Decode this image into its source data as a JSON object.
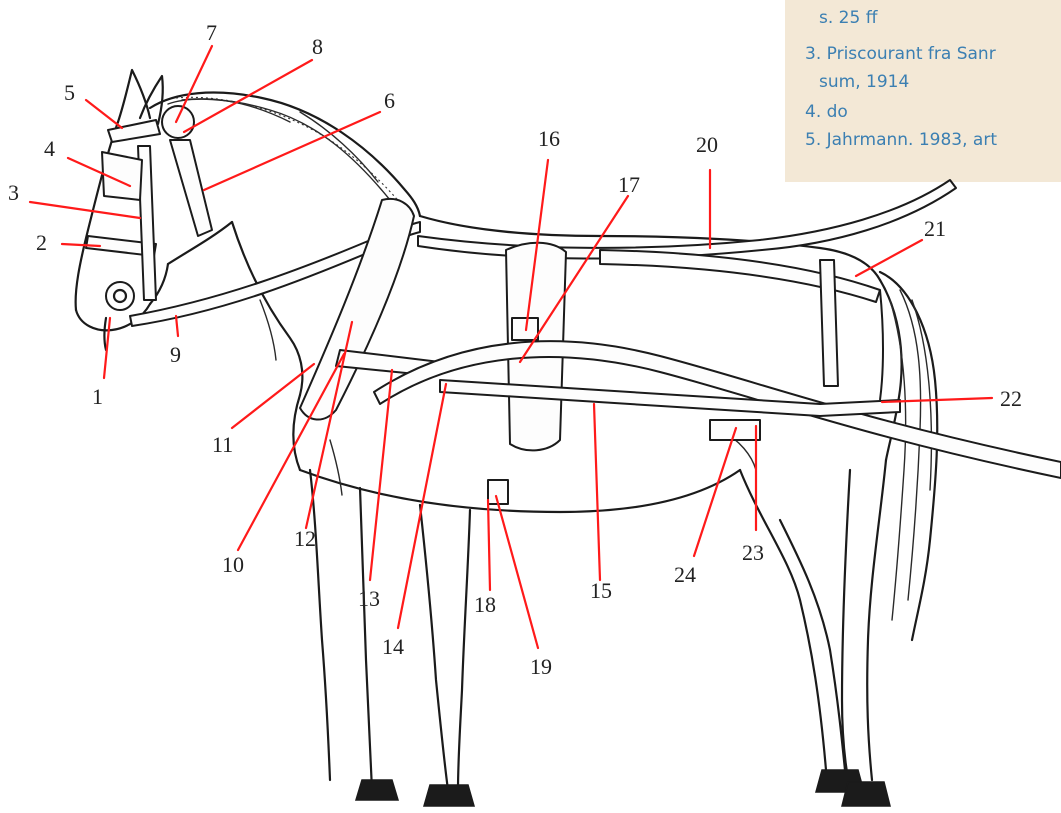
{
  "references": [
    "s. 25 ff",
    "3. Priscourant fra Sanr",
    "sum, 1914",
    "4. do",
    "5. Jahrmann. 1983, art"
  ],
  "callouts": [
    "1",
    "2",
    "3",
    "4",
    "5",
    "6",
    "7",
    "8",
    "9",
    "10",
    "11",
    "12",
    "13",
    "14",
    "15",
    "16",
    "17",
    "18",
    "19",
    "20",
    "21",
    "22",
    "23",
    "24"
  ],
  "colors": {
    "leader": "#ff1a1a",
    "reference_box": "#f3e8d6",
    "reference_text": "#3b7fb2",
    "line_art": "#1b1b1b"
  }
}
